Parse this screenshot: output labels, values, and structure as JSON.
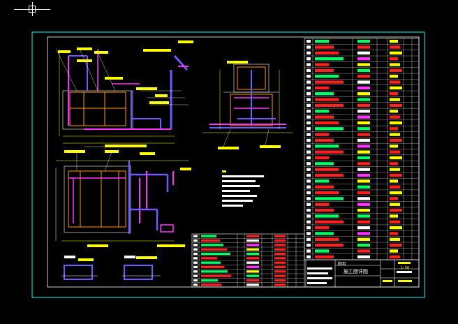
{
  "drawing": {
    "background": "#000000",
    "colors": {
      "frame": "#00ffff",
      "dimension": "#ffff00",
      "pipe": "#6a5cff",
      "red": "#ff2020",
      "magenta": "#ff33ff",
      "green": "#00ff66",
      "white": "#ffffff",
      "orange": "#ff9900"
    },
    "title_block": {
      "label": "说明",
      "title": "施工图详图",
      "scale": "1:50"
    }
  }
}
